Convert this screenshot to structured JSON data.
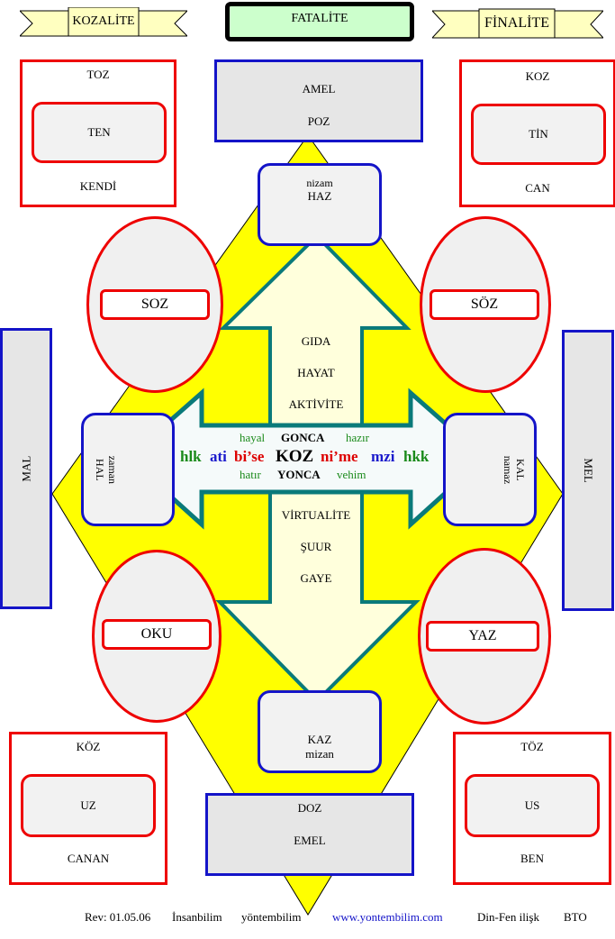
{
  "banners": {
    "left": "KOZALİTE",
    "center": "FATALİTE",
    "right": "FİNALİTE"
  },
  "corners": {
    "top_left": {
      "top": "TOZ",
      "inner": "TEN",
      "bottom": "KENDİ"
    },
    "top_right": {
      "top": "KOZ",
      "inner": "TİN",
      "bottom": "CAN"
    },
    "bottom_left": {
      "top": "KÖZ",
      "inner": "UZ",
      "bottom": "CANAN"
    },
    "bottom_right": {
      "top": "TÖZ",
      "inner": "US",
      "bottom": "BEN"
    }
  },
  "top_box": {
    "line1": "AMEL",
    "line2": "POZ"
  },
  "bottom_box": {
    "line1": "DOZ",
    "line2": "EMEL"
  },
  "top_small": {
    "line1": "nizam",
    "line2": "HAZ"
  },
  "bottom_small": {
    "line1": "KAZ",
    "line2": "mizan"
  },
  "side_left": "MAL",
  "side_right": "MEL",
  "side_small_left": {
    "line1": "zaman",
    "line2": "HAL"
  },
  "side_small_right": {
    "line1": "KAL",
    "line2": "namaz"
  },
  "ovals": {
    "top_left": "SOZ",
    "top_right": "SÖZ",
    "bottom_left": "OKU",
    "bottom_right": "YAZ"
  },
  "vertical_upper": [
    "GIDA",
    "HAYAT",
    "AKTİVİTE"
  ],
  "vertical_lower": [
    "VİRTUALİTE",
    "ŞUUR",
    "GAYE"
  ],
  "center": {
    "row1": [
      "hayal",
      "GONCA",
      "hazır"
    ],
    "row2": [
      {
        "text": "hlk",
        "color": "#1a8a1a"
      },
      {
        "text": "ati",
        "color": "#1a1acc"
      },
      {
        "text": "bi’se",
        "color": "#dd0000"
      },
      {
        "text": "KOZ",
        "color": "#000000"
      },
      {
        "text": "ni’me",
        "color": "#dd0000"
      },
      {
        "text": "mzi",
        "color": "#1a1acc"
      },
      {
        "text": "hkk",
        "color": "#1a8a1a"
      }
    ],
    "row3": [
      "hatır",
      "YONCA",
      "vehim"
    ]
  },
  "footer": {
    "rev": "Rev: 01.05.06",
    "site_name": "İnsanbilim",
    "word": "yöntembilim",
    "url": "www.yontembilim.com",
    "topic": "Din-Fen ilişk",
    "code": "BTO"
  },
  "colors": {
    "red": "#ee0000",
    "blue": "#1414c8",
    "yellow": "#ffff00",
    "teal": "#0a7a7a",
    "cream": "#ffffdc",
    "gray": "#e6e6e6",
    "green": "#1a8a1a"
  }
}
